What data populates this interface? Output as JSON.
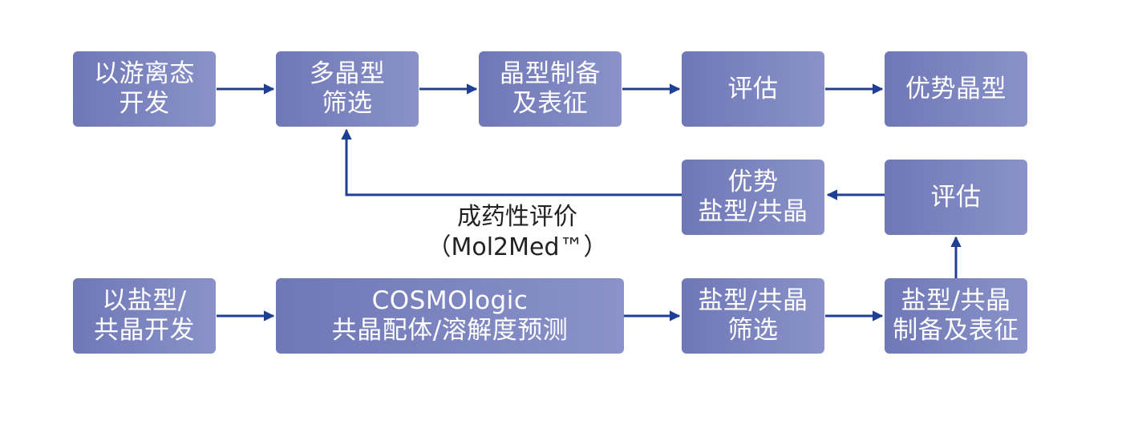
{
  "colors": {
    "box_left": "#6f78b6",
    "box_right": "#8a92c9",
    "text": "#ffffff",
    "arrow": "#1f3f95",
    "label": "#222222"
  },
  "nodes": {
    "free_dev": {
      "line1": "以游离态",
      "line2": "开发"
    },
    "poly_screen": {
      "line1": "多晶型",
      "line2": "筛选"
    },
    "crystal_prep": {
      "line1": "晶型制备",
      "line2": "及表征"
    },
    "eval_top": {
      "line1": "评估"
    },
    "best_crystal": {
      "line1": "优势晶型"
    },
    "best_salt": {
      "line1": "优势",
      "line2": "盐型/共晶"
    },
    "eval_mid": {
      "line1": "评估"
    },
    "salt_dev": {
      "line1": "以盐型/",
      "line2": "共晶开发"
    },
    "cosmo": {
      "line1": "COSMOlogic",
      "line2": "共晶配体/溶解度预测"
    },
    "salt_screen": {
      "line1": "盐型/共晶",
      "line2": "筛选"
    },
    "salt_prep": {
      "line1": "盐型/共晶",
      "line2": "制备及表征"
    }
  },
  "edge_label": {
    "line1": "成药性评价",
    "line2": "（Mol2Med™）"
  }
}
